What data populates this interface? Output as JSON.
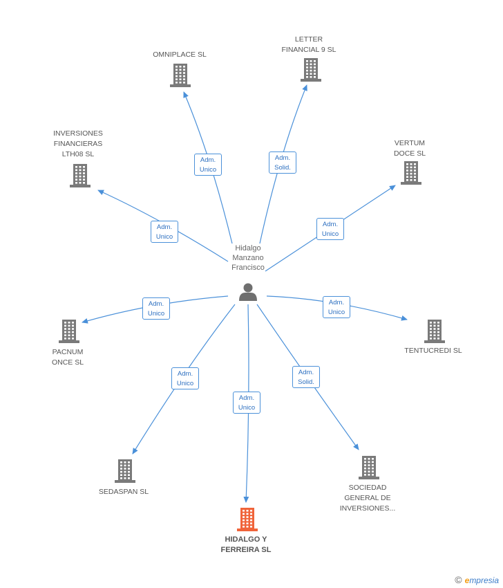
{
  "center": {
    "name": "Hidalgo\nManzano\nFrancisco",
    "icon": "person-icon"
  },
  "colors": {
    "edge": "#4a90d9",
    "building": "#7a7a7a",
    "highlight": "#f0643a",
    "badge_text": "#2c6fc0"
  },
  "nodes": [
    {
      "id": "omniplace",
      "label": "OMNIPLACE  SL",
      "role": "Adm.\nUnico",
      "highlight": false
    },
    {
      "id": "letter",
      "label": "LETTER\nFINANCIAL 9 SL",
      "role": "Adm.\nSolid.",
      "highlight": false
    },
    {
      "id": "inversiones",
      "label": "INVERSIONES\nFINANCIERAS\nLTH08 SL",
      "role": "Adm.\nUnico",
      "highlight": false
    },
    {
      "id": "vertum",
      "label": "VERTUM\nDOCE SL",
      "role": "Adm.\nUnico",
      "highlight": false
    },
    {
      "id": "pacnum",
      "label": "PACNUM\nONCE SL",
      "role": "Adm.\nUnico",
      "highlight": false
    },
    {
      "id": "tentucredi",
      "label": "TENTUCREDI  SL",
      "role": "Adm.\nUnico",
      "highlight": false
    },
    {
      "id": "sedaspan",
      "label": "SEDASPAN  SL",
      "role": "Adm.\nUnico",
      "highlight": false
    },
    {
      "id": "hidalgo",
      "label": "HIDALGO Y\nFERREIRA SL",
      "role": "Adm.\nUnico",
      "highlight": true
    },
    {
      "id": "sociedad",
      "label": "SOCIEDAD\nGENERAL DE\nINVERSIONES...",
      "role": "Adm.\nSolid.",
      "highlight": false
    }
  ],
  "footer": {
    "copyright": "©",
    "brand_initial": "e",
    "brand_rest": "mpresia"
  }
}
